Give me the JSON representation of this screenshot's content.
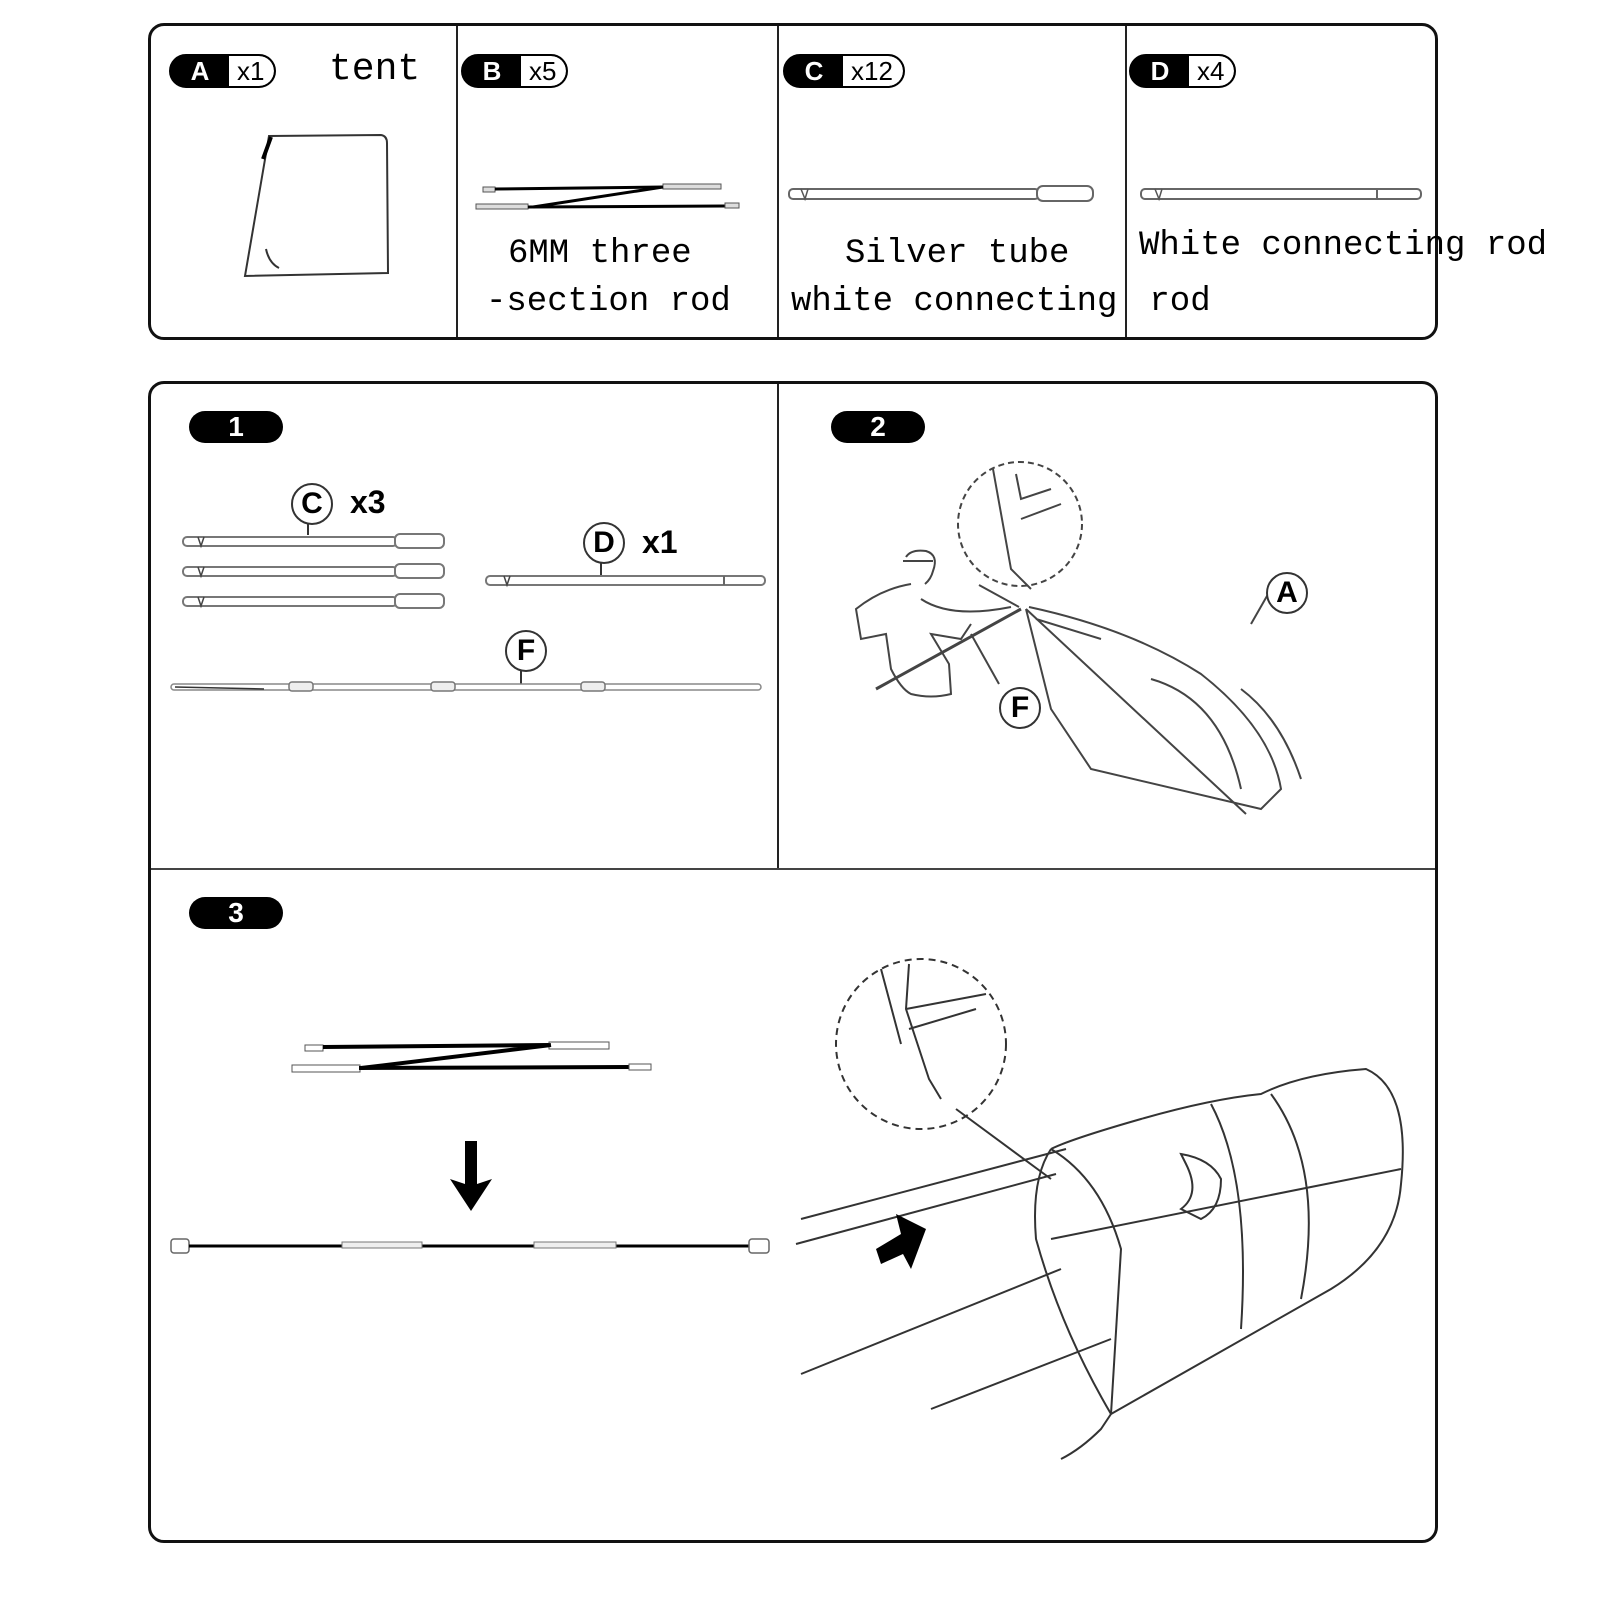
{
  "parts_list": {
    "items": [
      {
        "letter": "A",
        "qty": "x1",
        "name": "tent",
        "caption": ""
      },
      {
        "letter": "B",
        "qty": "x5",
        "name": "",
        "caption_lines": [
          "6MM three",
          "-section rod"
        ]
      },
      {
        "letter": "C",
        "qty": "x12",
        "name": "",
        "caption_lines": [
          "Silver tube",
          "white connecting"
        ]
      },
      {
        "letter": "D",
        "qty": "x4",
        "name": "",
        "caption_lines": [
          "White connecting rod",
          " rod"
        ]
      }
    ]
  },
  "steps": [
    {
      "number": "1",
      "callouts": [
        {
          "label": "C",
          "multiplier": "x3"
        },
        {
          "label": "D",
          "multiplier": "x1"
        },
        {
          "label": "F",
          "multiplier": ""
        }
      ]
    },
    {
      "number": "2",
      "callouts": [
        {
          "label": "A"
        },
        {
          "label": "F"
        }
      ]
    },
    {
      "number": "3",
      "callouts": []
    }
  ],
  "colors": {
    "border": "#111111",
    "badge_fill": "#000000",
    "badge_text": "#ffffff",
    "line_art": "#333333",
    "rod_fill": "#e8e8e8"
  }
}
